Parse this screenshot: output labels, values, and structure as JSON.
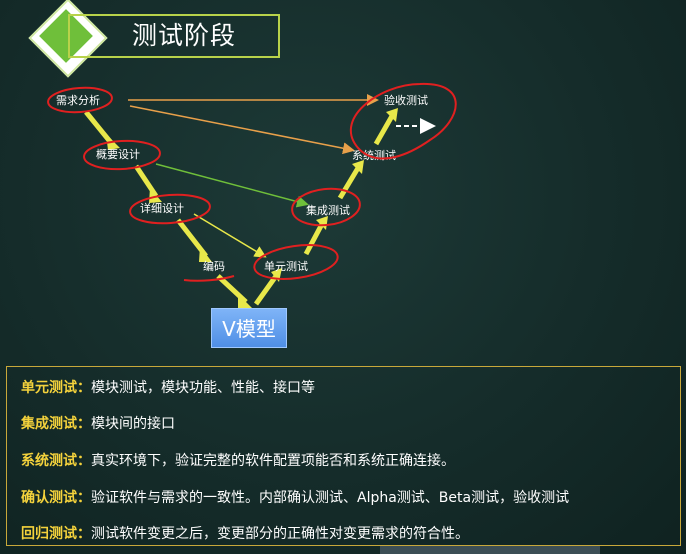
{
  "title": "测试阶段",
  "nodes": {
    "requirements": "需求分析",
    "high_level_design": "概要设计",
    "detailed_design": "详细设计",
    "coding": "编码",
    "unit_test": "单元测试",
    "integration_test": "集成测试",
    "system_test": "系统测试",
    "acceptance_test": "验收测试"
  },
  "v_model_label": "V模型",
  "notes": [
    {
      "term": "单元测试",
      "sep": "：",
      "desc": "模块测试，模块功能、性能、接口等"
    },
    {
      "term": "集成测试",
      "sep": "：",
      "desc": "模块间的接口"
    },
    {
      "term": "系统测试",
      "sep": "：",
      "desc": "真实环境下，验证完整的软件配置项能否和系统正确连接。"
    },
    {
      "term": "确认测试",
      "sep": "：",
      "desc": "验证软件与需求的一致性。内部确认测试、Alpha测试、Beta测试，验收测试"
    },
    {
      "term": "回归测试",
      "sep": "：",
      "desc": "测试软件变更之后，变更部分的正确性对变更需求的符合性。"
    }
  ],
  "colors": {
    "title_border": "#b8d24a",
    "arrow_yellow": "#e8e84a",
    "arrow_orange": "#e8a04a",
    "arrow_green": "#6fbf3a",
    "annotation_red": "#e02020",
    "term_yellow": "#f4d23c"
  }
}
